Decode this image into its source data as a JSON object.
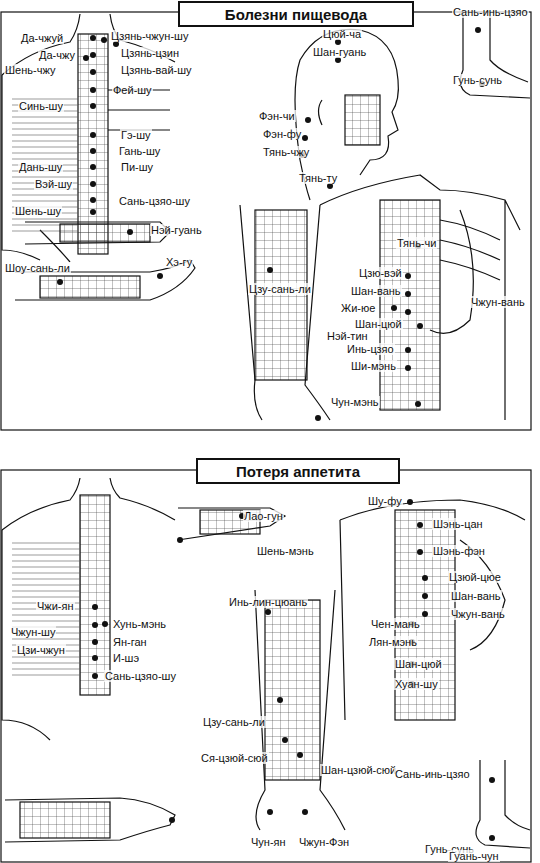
{
  "diagram": {
    "nodes": [
      {
        "text": [
          "Болезни пищевода"
        ]
      },
      {
        "text": [
          "Потеря аппетита"
        ]
      }
    ],
    "labels": [
      "Да-чжуй",
      "Цзянь-чжун-шу",
      "Да-чжу",
      "Цзянь-цзин",
      "Шень-чжу",
      "Цзянь-вай-шу",
      "Фей-шу",
      "Синь-шу",
      "Гэ-шу",
      "Гань-шу",
      "Пи-шу",
      "Дань-шу",
      "Вэй-шу",
      "Сань-цзяо-шу",
      "Шень-шу",
      "Цюй-ча",
      "Шан-гуань",
      "Фэн-чи",
      "Фэн-фу",
      "Тянь-чжу",
      "Тянь-ту",
      "Сань-инь-цзяо",
      "Гунь-сунь",
      "Нэй-гуань",
      "Шоу-сань-ли",
      "Хэ-гу",
      "Цзу-сань-ли",
      "Нэй-тин",
      "Тянь-чи",
      "Цзю-вэй",
      "Шан-вань",
      "Жи-юе",
      "Чжун-вань",
      "Шан-цюй",
      "Инь-цзяо",
      "Ши-мэнь",
      "Чун-мэнь",
      "Шу-фу",
      "Лао-гун",
      "Шень-мэнь",
      "Шэнь-цан",
      "Шэнь-фэн",
      "Цзюй-цюе",
      "Чжи-ян",
      "Хунь-мэнь",
      "Чжун-шу",
      "Ян-ган",
      "Цзи-чжун",
      "И-шэ",
      "Сань-цзяо-шу",
      "Инь-лин-цюань",
      "Чен-мань",
      "Лян-мэнь",
      "Шан-вань",
      "Чжун-вань",
      "Шан-цюй",
      "Хуан-шу",
      "Цзу-сань-ли",
      "Ся-цзюй-сюй",
      "Шан-цзюй-сюй",
      "Сань-инь-цзяо",
      "Гунь-сунь",
      "Чун-ян",
      "Чжун-Фэн",
      "Гуань-чун"
    ]
  }
}
